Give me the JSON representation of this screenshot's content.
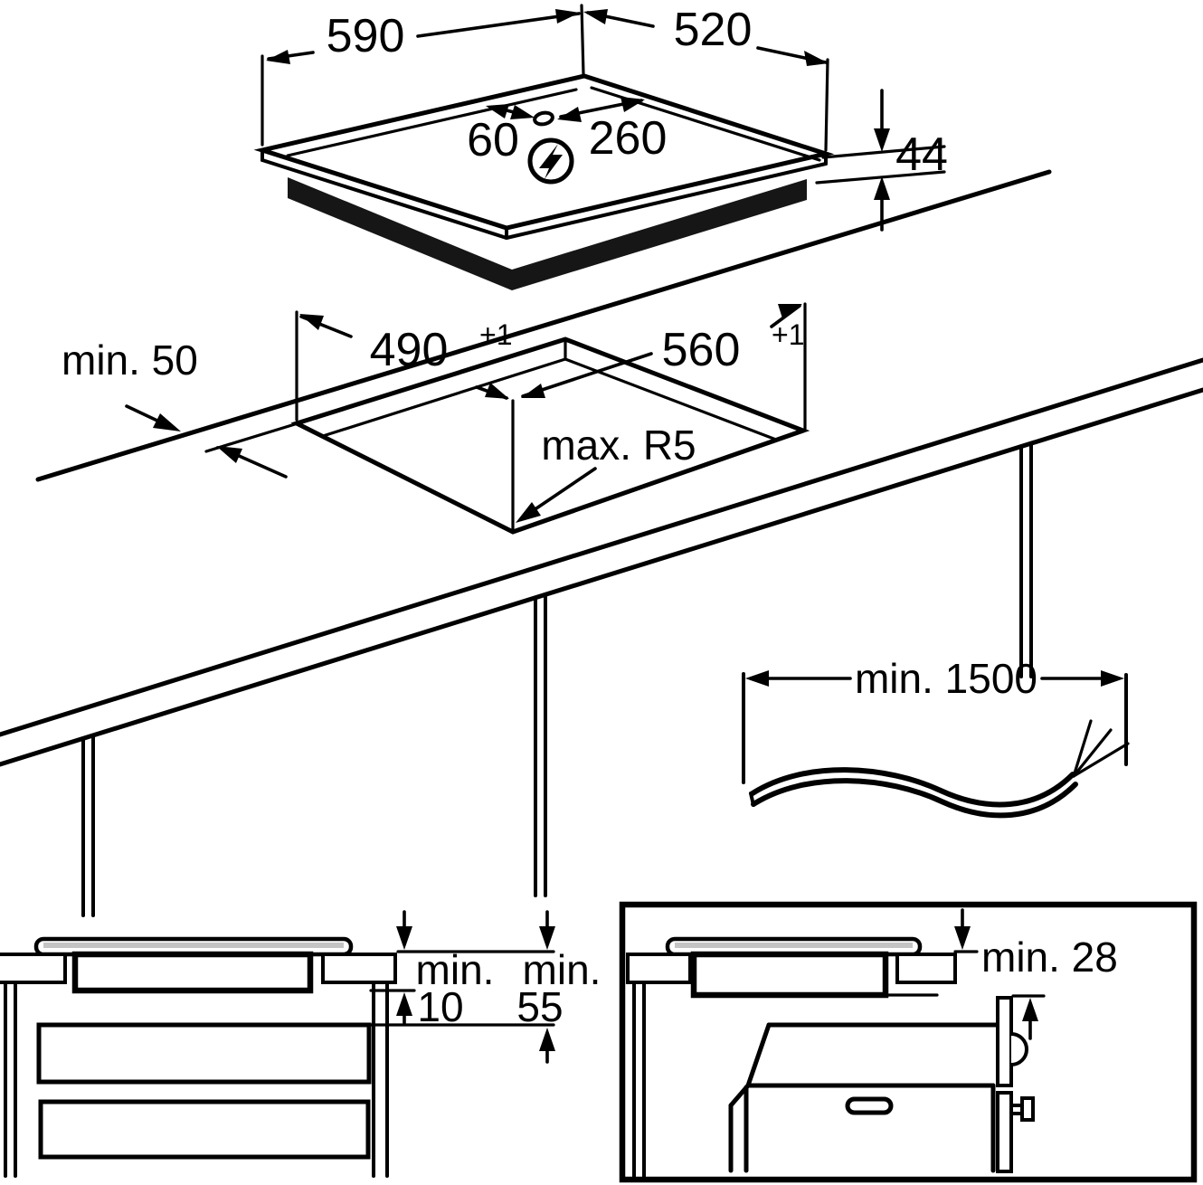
{
  "diagram": {
    "kind": "hob-installation-dimensions",
    "hob_top_view": {
      "width": "590",
      "depth": "520",
      "cable_offset_left": "60",
      "cable_offset_right": "260",
      "height": "44",
      "power_icon": "lightning-bolt"
    },
    "worktop_cutout_view": {
      "rear_clearance": "min. 50",
      "cutout_depth": "490",
      "cutout_depth_tol": "+1",
      "cutout_width": "560",
      "cutout_width_tol": "+1",
      "corner_radius": "max. R5"
    },
    "cable_view": {
      "cable_length": "min. 1500"
    },
    "drawer_section_view": {
      "gap_label_a": "min.",
      "gap_value_a": "10",
      "gap_label_b": "min.",
      "gap_value_b": "55"
    },
    "oven_section_view": {
      "clearance": "min. 28"
    },
    "colors": {
      "ink": "#000000",
      "paper": "#ffffff",
      "hob_body_fill": "#161616",
      "glass_shade": "#c4c4c4"
    }
  }
}
